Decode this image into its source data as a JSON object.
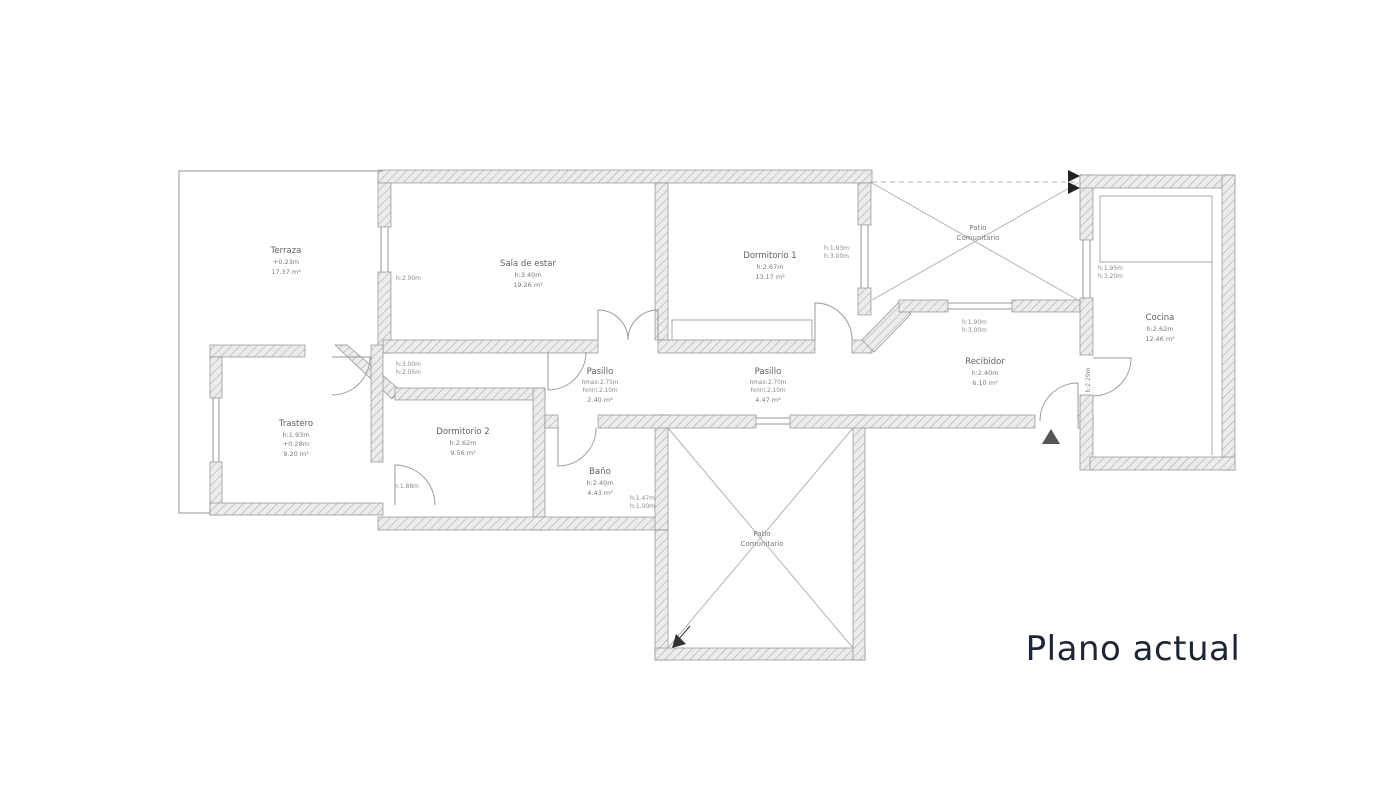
{
  "title": "Plano actual",
  "rooms": {
    "terraza": {
      "name": "Terraza",
      "level": "+0.23m",
      "area": "17.37 m²"
    },
    "sala_de_estar": {
      "name": "Sala de estar",
      "height": "h:3.40m",
      "area": "19.26 m²"
    },
    "dormitorio_1": {
      "name": "Dormitorio 1",
      "height": "h:2.67m",
      "area": "13.17 m²"
    },
    "patio_superior": {
      "line1": "Patio",
      "line2": "Comunitario"
    },
    "cocina": {
      "name": "Cocina",
      "height": "h:2.62m",
      "area": "12.46 m²"
    },
    "trastero": {
      "name": "Trastero",
      "height": "h:1.93m",
      "level": "+0.28m",
      "area": "9.20 m²"
    },
    "dormitorio_2": {
      "name": "Dormitorio 2",
      "height": "h:2.62m",
      "area": "9.56 m²"
    },
    "pasillo_1": {
      "name": "Pasillo",
      "hmax": "hmax:2.75m",
      "hmin": "hmin:2.10m",
      "area": "2.40 m²"
    },
    "pasillo_2": {
      "name": "Pasillo",
      "hmax": "hmax:2.70m",
      "hmin": "hmin:2.10m",
      "area": "4.47 m²"
    },
    "recibidor": {
      "name": "Recibidor",
      "height": "h:2.40m",
      "area": "6.10 m²"
    },
    "bano": {
      "name": "Baño",
      "height": "h:2.40m",
      "area": "4.43 m²"
    },
    "patio_inferior": {
      "line1": "Patio",
      "line2": "Comunitario"
    }
  },
  "annotations": {
    "sala_window": "h:2.00m",
    "vestibulo_a": "h:3.00m",
    "vestibulo_b": "h:2.05m",
    "dorm1_window_a": "h:1.93m",
    "dorm1_window_b": "h:3.00m",
    "recibidor_window_a": "h:1.90m",
    "recibidor_window_b": "h:3.00m",
    "cocina_window_a": "h:1.95m",
    "cocina_window_b": "h:3.20m",
    "cocina_door": "h:2.29m",
    "dorm2_door": "h:1.88m",
    "bano_a": "h:1.47m",
    "bano_b": "h:1.00m"
  },
  "colors": {
    "wall_fill": "#ececec",
    "wall_hatch": "#a8a8a8",
    "wall_stroke": "#8f8f8f",
    "thin_line": "#9a9a9a",
    "label_text": "#6f6f6f",
    "title_text": "#1d2433"
  }
}
